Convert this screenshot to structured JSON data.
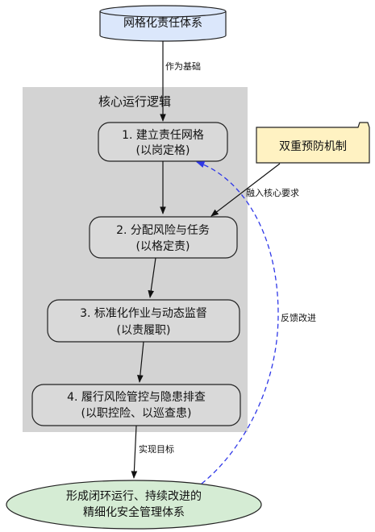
{
  "diagram": {
    "top_node": "网格化责任体系",
    "edge_foundation": "作为基础",
    "cluster_title": "核心运行逻辑",
    "step1": {
      "line1": "1. 建立责任网格",
      "line2": "(以岗定格)"
    },
    "step2": {
      "line1": "2. 分配风险与任务",
      "line2": "(以格定责)"
    },
    "step3": {
      "line1": "3. 标准化作业与动态监督",
      "line2": "(以责履职)"
    },
    "step4": {
      "line1": "4. 履行风险管控与隐患排查",
      "line2": "(以职控险、以巡查患)"
    },
    "side_node": "双重预防机制",
    "edge_integrate": "融入核心要求",
    "edge_feedback": "反馈改进",
    "edge_goal": "实现目标",
    "bottom_node": {
      "line1": "形成闭环运行、持续改进的",
      "line2": "精细化安全管理体系"
    },
    "colors": {
      "cluster_bg": "#d3d3d3",
      "node_fill": "#d9d9d9",
      "top_fill": "#dbe7fb",
      "side_fill": "#fff2c2",
      "bottom_fill": "#d5ecd4",
      "feedback": "#2f38e8"
    }
  }
}
